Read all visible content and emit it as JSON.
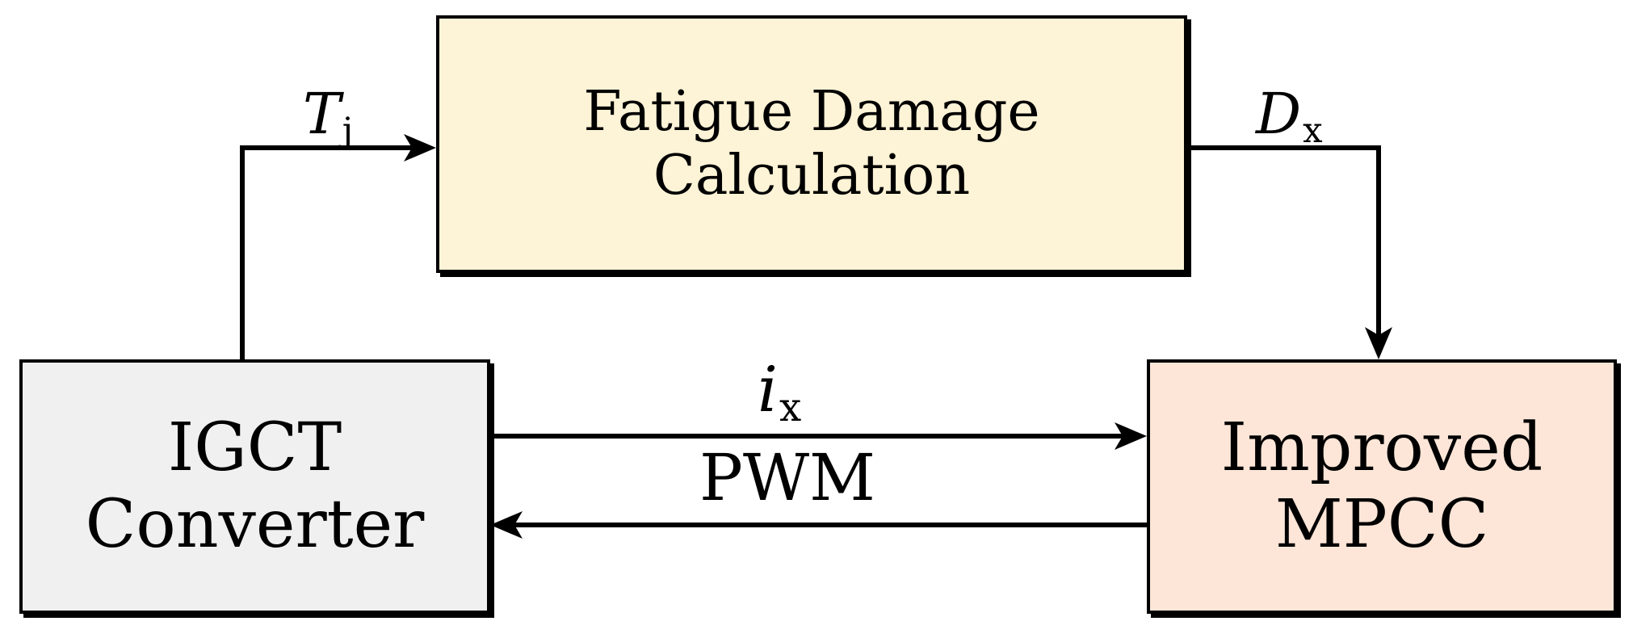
{
  "blocks": {
    "fatigue": {
      "line1": "Fatigue Damage",
      "line2": "Calculation",
      "fill": "#fdf3d6"
    },
    "igct": {
      "line1": "IGCT",
      "line2": "Converter",
      "fill": "#f0f0f0"
    },
    "mpcc": {
      "line1": "Improved",
      "line2": "MPCC",
      "fill": "#fde6d8"
    }
  },
  "signals": {
    "tj": {
      "symbol": "T",
      "subscript": "j"
    },
    "dx": {
      "symbol": "D",
      "subscript": "x"
    },
    "ix": {
      "symbol": "i",
      "subscript": "x"
    },
    "pwm": {
      "label": "PWM"
    }
  },
  "connections": [
    {
      "from": "IGCT Converter",
      "to": "Fatigue Damage Calculation",
      "signal": "Tj"
    },
    {
      "from": "Fatigue Damage Calculation",
      "to": "Improved MPCC",
      "signal": "Dx"
    },
    {
      "from": "IGCT Converter",
      "to": "Improved MPCC",
      "signal": "ix"
    },
    {
      "from": "Improved MPCC",
      "to": "IGCT Converter",
      "signal": "PWM"
    }
  ]
}
